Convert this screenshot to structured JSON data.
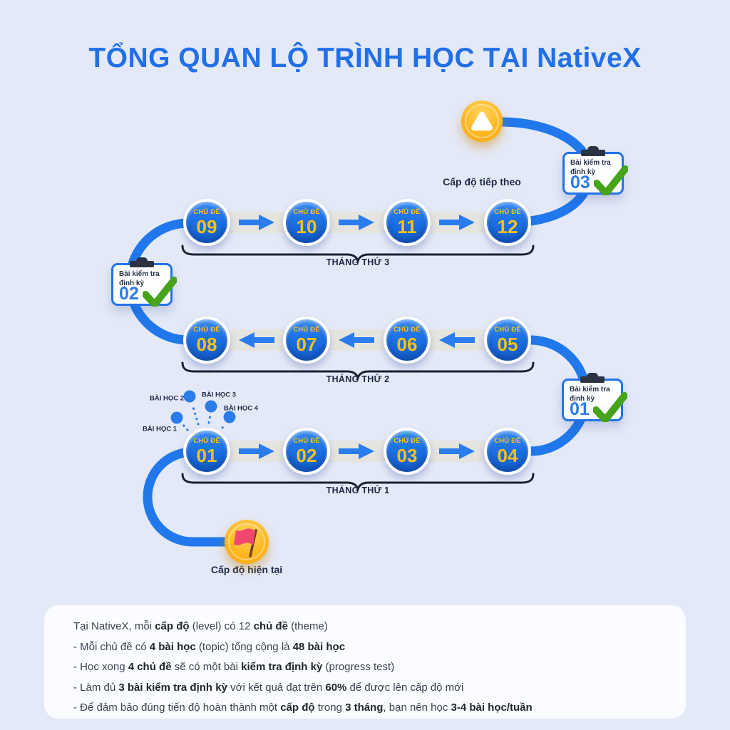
{
  "title": "TỔNG QUAN LỘ TRÌNH HỌC TẠI NativeX",
  "colors": {
    "background": "#e4e9f7",
    "title_blue": "#2270e9",
    "path_blue": "#2178ec",
    "node_blue": "#1c72e6",
    "number_yellow": "#ffc112",
    "check_green": "#46a31a",
    "badge_orange": "#ffb824",
    "flag_pink": "#f2486f",
    "band_gray": "#e6e4df",
    "infobox_bg": "#fafcff"
  },
  "diagram": {
    "topic_label": "CHỦ ĐỀ",
    "topics": [
      {
        "number": "01"
      },
      {
        "number": "02"
      },
      {
        "number": "03"
      },
      {
        "number": "04"
      },
      {
        "number": "05"
      },
      {
        "number": "06"
      },
      {
        "number": "07"
      },
      {
        "number": "08"
      },
      {
        "number": "09"
      },
      {
        "number": "10"
      },
      {
        "number": "11"
      },
      {
        "number": "12"
      }
    ],
    "months": [
      "THÁNG THỨ 1",
      "THÁNG THỨ 2",
      "THÁNG THỨ 3"
    ],
    "checkpoints": [
      {
        "title": "Bài kiểm tra định kỳ",
        "number": "01"
      },
      {
        "title": "Bài kiểm tra định kỳ",
        "number": "02"
      },
      {
        "title": "Bài kiểm tra định kỳ",
        "number": "03"
      }
    ],
    "lessons": [
      "BÀI HỌC 1",
      "BÀI HỌC 2",
      "BÀI HỌC 3",
      "BÀI HỌC 4"
    ],
    "levels": {
      "next_label": "Cấp độ tiếp theo",
      "current_label": "Cấp độ hiện tại"
    }
  },
  "info": {
    "lines": [
      [
        {
          "t": "Tại NativeX, mỗi "
        },
        {
          "t": "cấp độ",
          "b": true
        },
        {
          "t": " (level) có 12 "
        },
        {
          "t": "chủ đề",
          "b": true
        },
        {
          "t": " (theme)"
        }
      ],
      [
        {
          "t": "- Mỗi chủ đề có "
        },
        {
          "t": "4 bài học",
          "b": true
        },
        {
          "t": " (topic) tổng cộng là "
        },
        {
          "t": "48 bài học",
          "b": true
        }
      ],
      [
        {
          "t": "- Học xong "
        },
        {
          "t": "4 chủ đề",
          "b": true
        },
        {
          "t": " sẽ có một bài "
        },
        {
          "t": "kiểm tra định kỳ",
          "b": true
        },
        {
          "t": " (progress test)"
        }
      ],
      [
        {
          "t": "- Làm đủ "
        },
        {
          "t": "3 bài kiểm tra định kỳ",
          "b": true
        },
        {
          "t": " với kết quả đạt trên "
        },
        {
          "t": "60%",
          "b": true
        },
        {
          "t": " để được lên cấp độ mới"
        }
      ],
      [
        {
          "t": "- Để đảm bảo đúng tiến độ hoàn thành một "
        },
        {
          "t": "cấp độ",
          "b": true
        },
        {
          "t": " trong "
        },
        {
          "t": "3 tháng",
          "b": true
        },
        {
          "t": ", bạn nên học "
        },
        {
          "t": "3-4 bài học/tuần",
          "b": true
        }
      ]
    ]
  }
}
